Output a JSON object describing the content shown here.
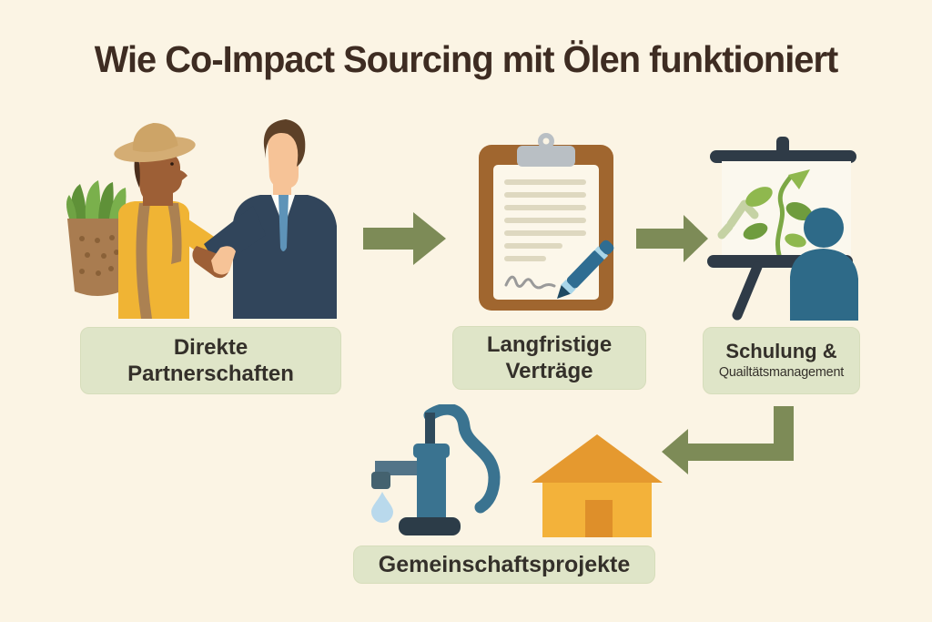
{
  "page": {
    "title": "Wie Co-Impact Sourcing mit Ölen funktioniert",
    "background_color": "#fbf4e4",
    "title_color": "#3e2c22"
  },
  "flow": {
    "arrow_color": "#7d8b57",
    "label_box_color": "#dfe5c8",
    "label_text_color": "#34302a",
    "arrow_icons": [
      "arrow-right-icon",
      "arrow-right-icon",
      "arrow-bent-left-icon"
    ]
  },
  "steps": [
    {
      "label_line1": "Direkte",
      "label_line2": "Partnerschaften",
      "illustration": "farmer-businessman-handshake-illustration"
    },
    {
      "label_line1": "Langfristige",
      "label_line2": "Verträge",
      "illustration": "contract-clipboard-pen-illustration"
    },
    {
      "label_line1": "Schulung &",
      "label_line2": "Quailtätsmanagement",
      "illustration": "training-presentation-plant-illustration"
    },
    {
      "label_line1": "Gemeinschaftsprojekte",
      "illustration": "water-pump-house-illustration"
    }
  ],
  "palette": {
    "farmer_shirt_yellow": "#f0b434",
    "farmer_skin_brown": "#9d5f36",
    "hat_tan": "#d4ad74",
    "basket_brown": "#a97c50",
    "leaf_green": "#6fa344",
    "suit_navy": "#31455b",
    "tie_blue": "#5e93b8",
    "businessman_skin": "#f6c397",
    "clipboard_brown": "#a0662f",
    "clip_gray": "#b9bfc4",
    "paper_cream": "#fcf7ea",
    "pen_blue": "#2f6d92",
    "easel_slate": "#2f3b47",
    "plant_green": "#8fb84e",
    "person_teal": "#2e6a88",
    "pump_teal": "#3a7390",
    "pump_base_dark": "#2c3c48",
    "droplet_blue": "#b9d9ec",
    "house_body_orange": "#f3b23a",
    "house_roof_orange": "#e5992f",
    "house_door_orange": "#de8f2a"
  }
}
